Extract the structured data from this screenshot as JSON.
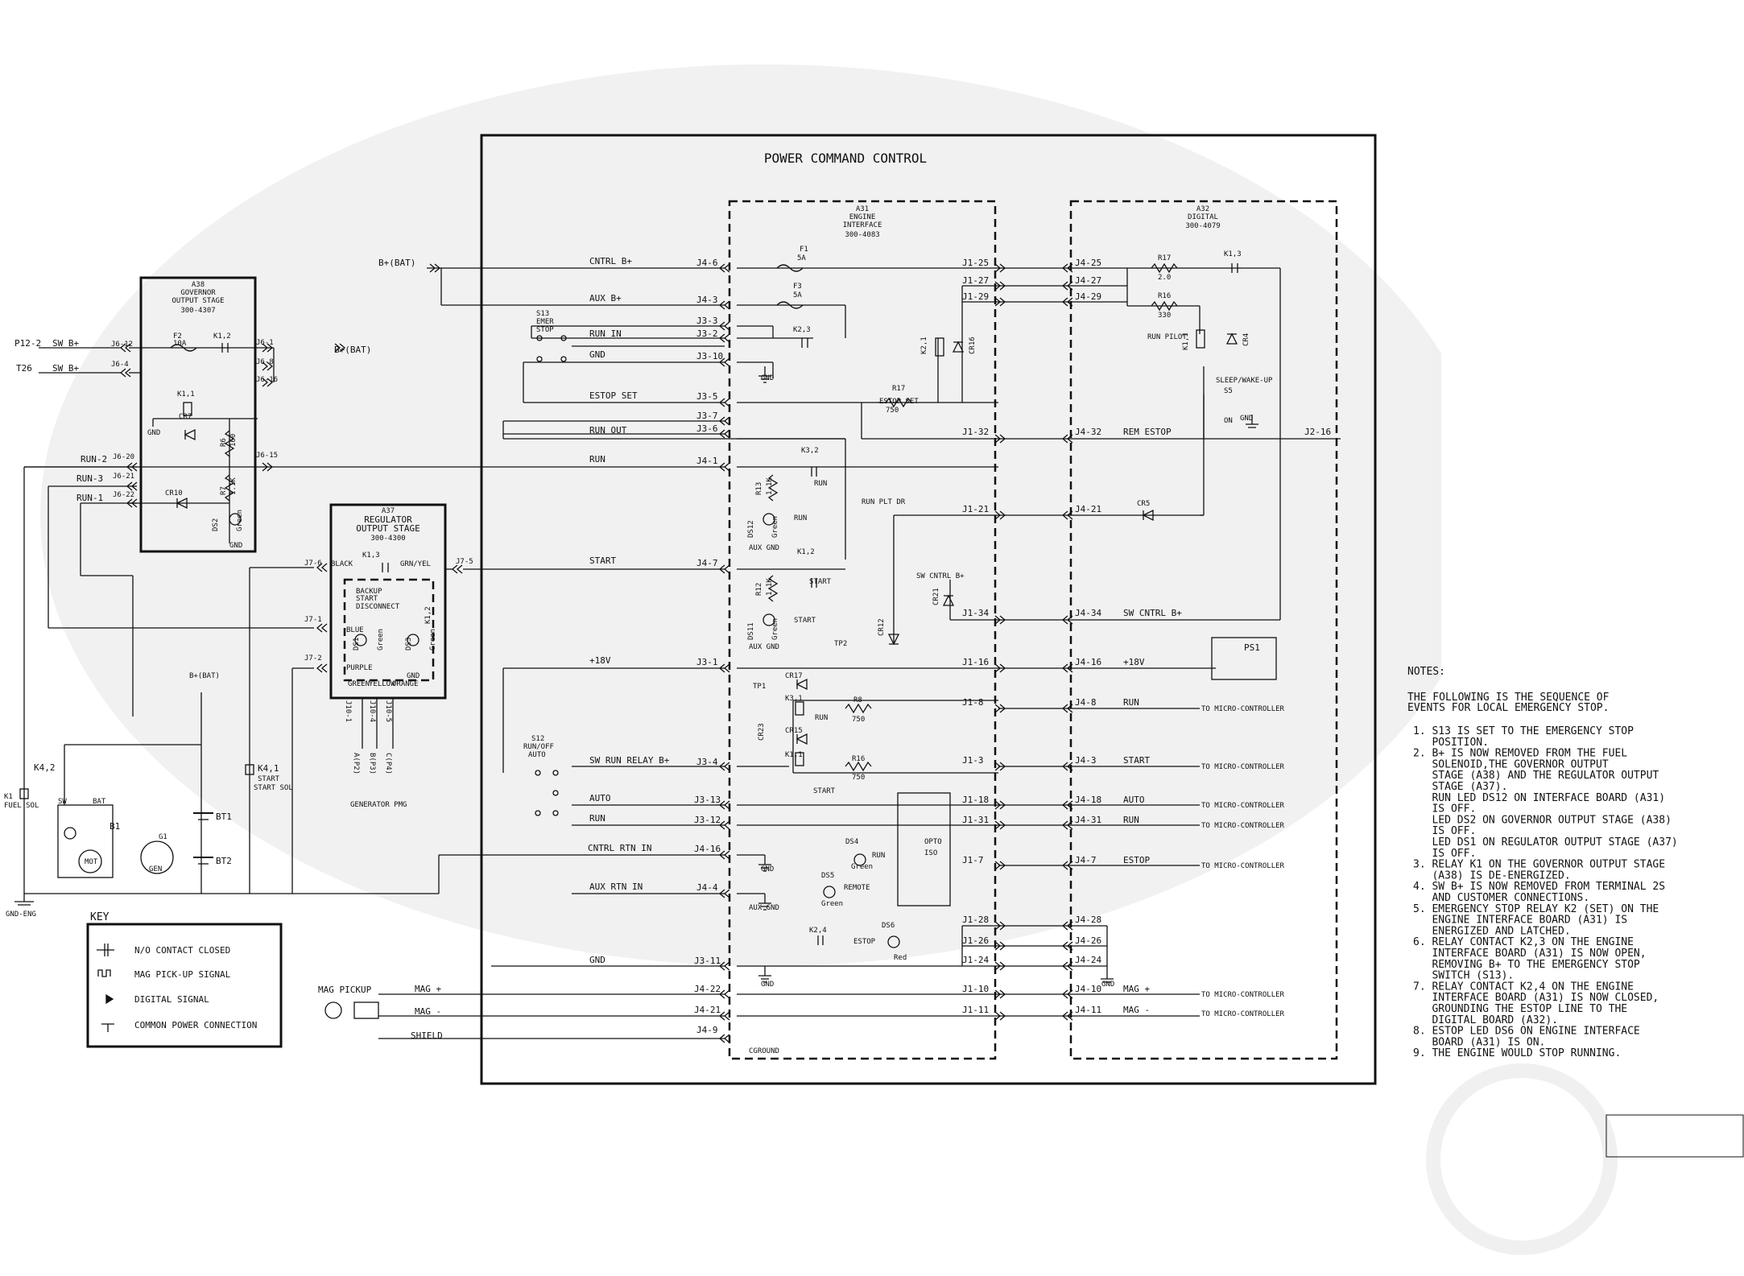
{
  "title": "POWER COMMAND CONTROL",
  "modules": {
    "a31": {
      "l1": "A31",
      "l2": "ENGINE",
      "l3": "INTERFACE",
      "l4": "300-4083"
    },
    "a32": {
      "l1": "A32",
      "l2": "DIGITAL",
      "l3": "300-4079"
    },
    "a38": {
      "l1": "A38",
      "l2": "GOVERNOR",
      "l3": "OUTPUT STAGE",
      "l4": "300-4307"
    },
    "a37": {
      "l1": "A37",
      "l2": "REGULATOR",
      "l3": "OUTPUT STAGE",
      "l4": "300-4300"
    }
  },
  "signals": {
    "bbat": "B+(BAT)",
    "cntrl_b": "CNTRL B+",
    "aux_b": "AUX B+",
    "run_in": "RUN IN",
    "gnd": "GND",
    "estop_set": "ESTOP SET",
    "run_out": "RUN OUT",
    "run": "RUN",
    "start": "START",
    "v18": "+18V",
    "sw_run_relay": "SW RUN RELAY B+",
    "auto": "AUTO",
    "cntrl_rtn": "CNTRL RTN IN",
    "aux_rtn": "AUX RTN IN",
    "mag_plus": "MAG +",
    "mag_minus": "MAG -",
    "shield": "SHIELD",
    "rem_estop": "REM ESTOP",
    "sw_cntrl_b": "SW CNTRL B+",
    "run_plt_dr": "RUN PLT DR",
    "estop": "ESTOP",
    "to_micro": "TO MICRO-CONTROLLER",
    "sw_b": "SW B+",
    "p12_2": "P12-2",
    "t26": "T26",
    "run2": "RUN-2",
    "run3": "RUN-3",
    "run1": "RUN-1",
    "gnd_eng": "GND-ENG",
    "mag_pickup": "MAG PICKUP",
    "aux_gnd": "AUX GND",
    "cground": "CGROUND",
    "remote": "REMOTE",
    "green": "Green",
    "red": "Red",
    "opto": "OPTO",
    "iso": "ISO",
    "ps1": "PS1",
    "run_pilot": "RUN PILOT",
    "sleep_wake": "SLEEP/WAKE-UP",
    "on": "ON",
    "generator_pmg": "GENERATOR PMG",
    "backup1": "BACKUP",
    "backup2": "START",
    "backup3": "DISCONNECT",
    "black": "BLACK",
    "grn_yel": "GRN/YEL",
    "blue": "BLUE",
    "purple": "PURPLE",
    "green_c": "GREEN",
    "yellow_c": "YELLOW",
    "orange_c": "ORANGE",
    "fuel_sol": "FUEL SOL",
    "start_sol": "START SOL",
    "sw": "SW",
    "bat": "BAT",
    "mot": "MOT",
    "gen": "GEN"
  },
  "components": {
    "s13": "S13",
    "emer": "EMER",
    "stop": "STOP",
    "s12": "S12",
    "run_off_auto1": "RUN/OFF",
    "run_off_auto2": "AUTO",
    "f1": "F1",
    "f3": "F3",
    "f2": "F2",
    "a5": "5A",
    "a10": "10A",
    "k2_3": "K2,3",
    "k2_1": "K2,1",
    "cr16": "CR16",
    "r17": "R17",
    "r17v": "750",
    "r17b": "R17",
    "r17bv": "2.0",
    "r16": "R16",
    "r16v": "330",
    "k1_3": "K1,3",
    "k1_1": "K1,1",
    "cr4": "CR4",
    "s5": "S5",
    "k3_2": "K3,2",
    "r13": "R13",
    "r13v": "1.1K",
    "ds12": "DS12",
    "k1_2": "K1,2",
    "r12": "R12",
    "r12v": "1.1K",
    "ds11": "DS11",
    "cr12": "CR12",
    "cr21": "CR21",
    "cr5": "CR5",
    "tp1": "TP1",
    "tp2": "TP2",
    "cr17": "CR17",
    "cr23": "CR23",
    "k3_1": "K3,1",
    "r8": "R8",
    "r8v": "750",
    "cr15": "CR15",
    "r16b": "R16",
    "r16bv": "750",
    "ds4": "DS4",
    "ds5": "DS5",
    "ds6": "DS6",
    "k2_4": "K2,4",
    "cr7": "CR7",
    "r6": "R6",
    "r6v": "160",
    "r7": "R7",
    "r7v": "1.1K",
    "cr10": "CR10",
    "ds2": "DS2",
    "ds1": "DS1",
    "ds3": "DS3",
    "k4_2": "K4,2",
    "k4_1": "K4,1",
    "k1": "K1",
    "b1": "B1",
    "g1": "G1",
    "bt1": "BT1",
    "bt2": "BT2"
  },
  "pins": {
    "j46": "J4-6",
    "j43": "J4-3",
    "j33": "J3-3",
    "j32": "J3-2",
    "j310": "J3-10",
    "j35": "J3-5",
    "j37": "J3-7",
    "j36": "J3-6",
    "j41": "J4-1",
    "j47": "J4-7",
    "j31": "J3-1",
    "j34": "J3-4",
    "j313": "J3-13",
    "j312": "J3-12",
    "j416": "J4-16",
    "j44": "J4-4",
    "j311": "J3-11",
    "j422": "J4-22",
    "j421": "J4-21",
    "j49": "J4-9",
    "j125": "J1-25",
    "j127": "J1-27",
    "j129": "J1-29",
    "j132": "J1-32",
    "j121": "J1-21",
    "j134": "J1-34",
    "j116": "J1-16",
    "j18": "J1-8",
    "j13": "J1-3",
    "j118": "J1-18",
    "j131": "J1-31",
    "j17": "J1-7",
    "j128": "J1-28",
    "j126": "J1-26",
    "j124": "J1-24",
    "j110": "J1-10",
    "j111": "J1-11",
    "j425": "J4-25",
    "j427": "J4-27",
    "j429": "J4-29",
    "j432": "J4-32",
    "j421b": "J4-21",
    "j434": "J4-34",
    "j416b": "J4-16",
    "j48": "J4-8",
    "j43b": "J4-3",
    "j418": "J4-18",
    "j431": "J4-31",
    "j47b": "J4-7",
    "j428": "J4-28",
    "j426": "J4-26",
    "j424": "J4-24",
    "j410": "J4-10",
    "j411": "J4-11",
    "j216": "J2-16",
    "j612": "J6-12",
    "j64": "J6-4",
    "j61": "J6-1",
    "j68": "J6-8",
    "j616": "J6-16",
    "j615": "J6-15",
    "j620": "J6-20",
    "j621": "J6-21",
    "j622": "J6-22",
    "j76": "J7-6",
    "j75": "J7-5",
    "j71": "J7-1",
    "j72": "J7-2",
    "j101": "J10-1",
    "j104": "J10-4",
    "j105": "J10-5",
    "p2": "A(P2)",
    "p3": "B(P3)",
    "p4": "C(P4)"
  },
  "key": {
    "title": "KEY",
    "items": [
      "N/O CONTACT CLOSED",
      "MAG PICK-UP SIGNAL",
      "DIGITAL SIGNAL",
      "COMMON POWER CONNECTION"
    ]
  },
  "notes": {
    "title": "NOTES:",
    "intro": [
      "THE FOLLOWING IS THE SEQUENCE OF",
      "EVENTS FOR LOCAL EMERGENCY STOP."
    ],
    "lines": [
      "1. S13 IS SET TO THE EMERGENCY STOP",
      "   POSITION.",
      "2. B+ IS NOW REMOVED FROM THE FUEL",
      "   SOLENOID,THE GOVERNOR OUTPUT",
      "   STAGE (A38) AND THE REGULATOR OUTPUT",
      "   STAGE (A37).",
      "   RUN LED DS12 ON INTERFACE BOARD (A31)",
      "   IS OFF.",
      "   LED DS2 ON GOVERNOR OUTPUT STAGE (A38)",
      "   IS OFF.",
      "   LED DS1 ON REGULATOR OUTPUT STAGE (A37)",
      "   IS OFF.",
      "3. RELAY K1 ON THE GOVERNOR OUTPUT STAGE",
      "   (A38) IS DE-ENERGIZED.",
      "4. SW B+ IS NOW REMOVED FROM TERMINAL 2S",
      "   AND CUSTOMER CONNECTIONS.",
      "5. EMERGENCY STOP RELAY K2 (SET) ON THE",
      "   ENGINE INTERFACE BOARD (A31) IS",
      "   ENERGIZED AND LATCHED.",
      "6. RELAY CONTACT K2,3 ON THE ENGINE",
      "   INTERFACE BOARD (A31) IS NOW OPEN,",
      "   REMOVING B+ TO THE EMERGENCY STOP",
      "   SWITCH (S13).",
      "7. RELAY CONTACT K2,4 ON THE ENGINE",
      "   INTERFACE BOARD (A31) IS NOW CLOSED,",
      "   GROUNDING THE ESTOP LINE TO THE",
      "   DIGITAL BOARD (A32).",
      "8. ESTOP LED DS6 ON ENGINE INTERFACE",
      "   BOARD (A31) IS ON.",
      "9. THE ENGINE WOULD STOP RUNNING."
    ]
  }
}
